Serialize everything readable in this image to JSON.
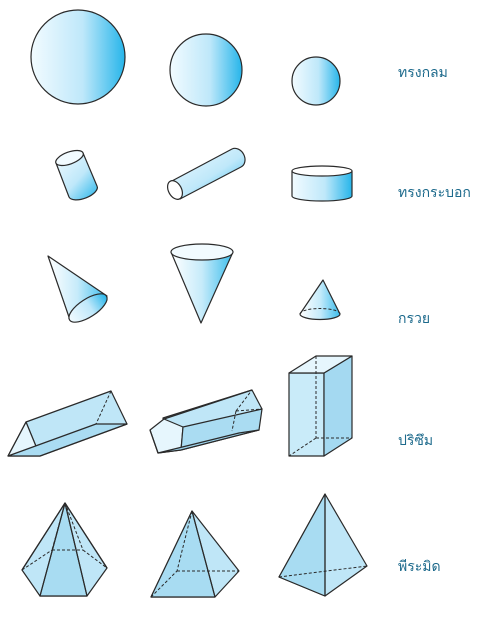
{
  "rows": [
    {
      "label": "ทรงกลม"
    },
    {
      "label": "ทรงกระบอก"
    },
    {
      "label": "กรวย"
    },
    {
      "label": "ปริซึม"
    },
    {
      "label": "พีระมิด"
    }
  ],
  "colors": {
    "fill_light": "#f2fbff",
    "fill_mid": "#bfe8fa",
    "fill_dark": "#26b5ea",
    "face_fill": "#bfe6f7",
    "outline": "#2a2a2a",
    "label": "#1d6a8c"
  }
}
